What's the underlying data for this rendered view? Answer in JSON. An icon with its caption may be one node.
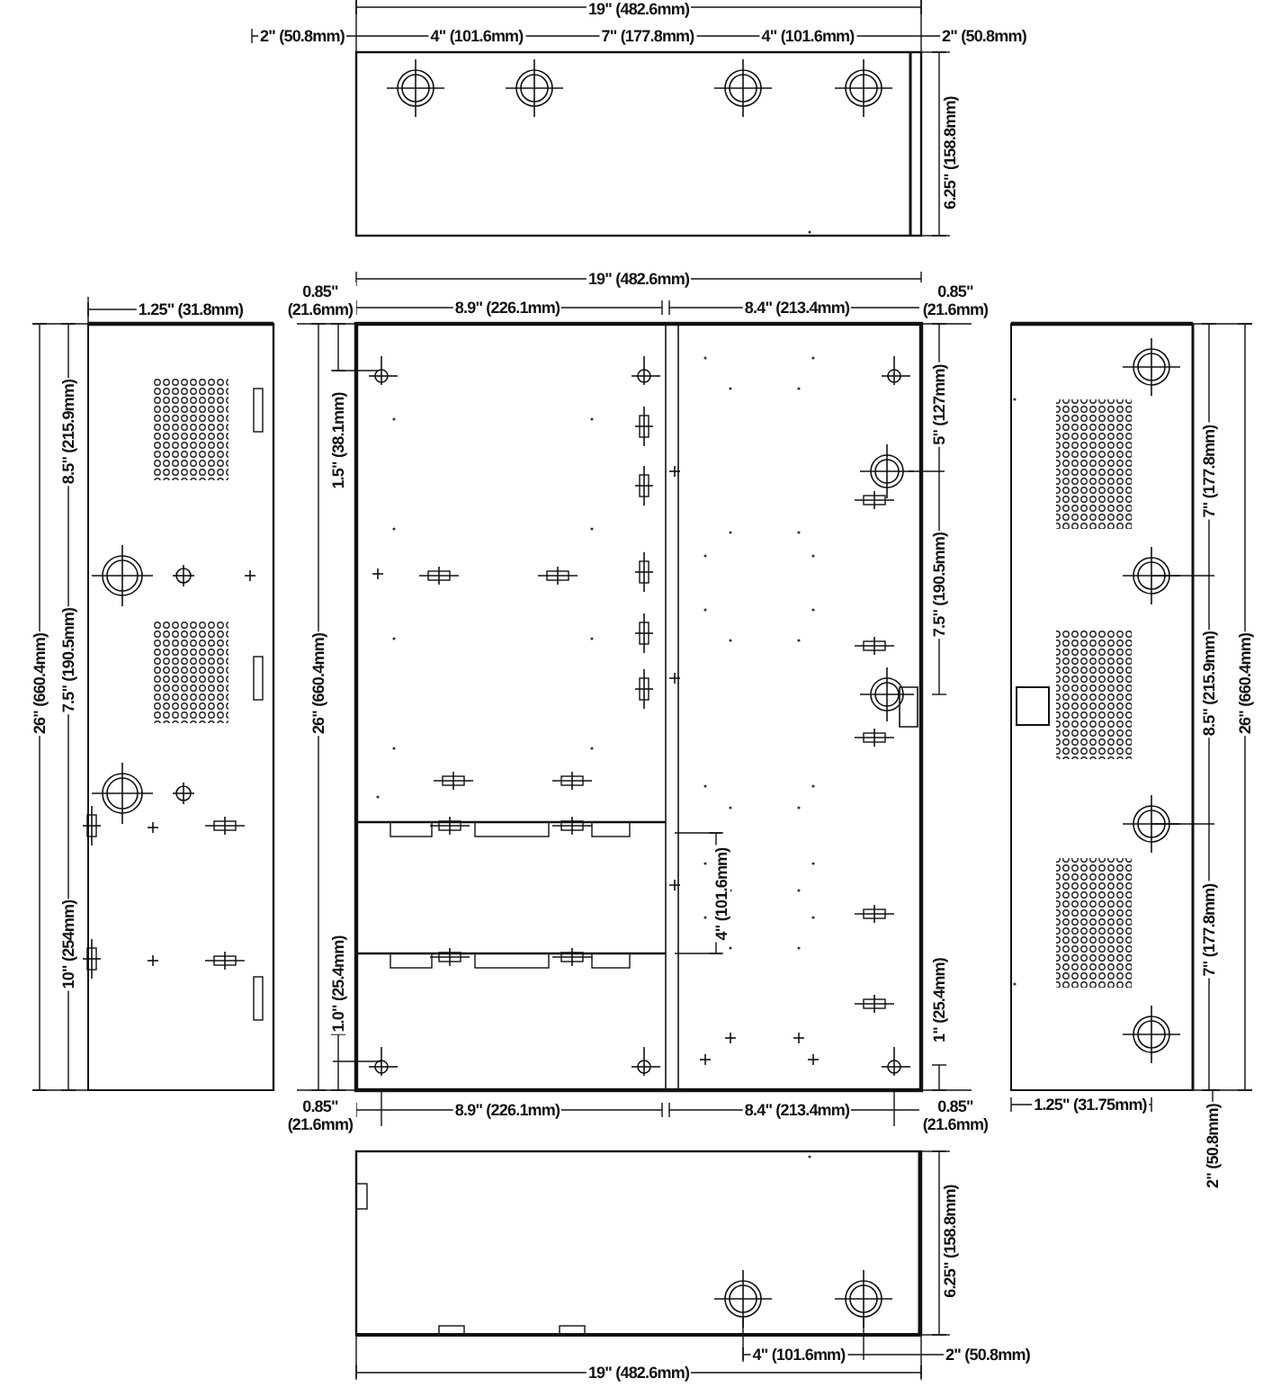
{
  "diagram": {
    "labels": [
      "19\" (482.6mm)",
      "2\" (50.8mm)",
      "4\" (101.6mm)",
      "7\" (177.8mm)",
      "4\" (101.6mm)",
      "2\" (50.8mm)",
      "6.25\" (158.8mm)",
      "1.25\" (31.8mm)",
      "0.85\" (21.6mm)",
      "19\" (482.6mm)",
      "8.9\" (226.1mm)",
      "8.4\" (213.4mm)",
      "0.85\" (21.6mm)",
      "8.5\" (215.9mm)",
      "1.5\" (38.1mm)",
      "5\" (127mm)",
      "7\" (177.8mm)",
      "26\" (660.4mm)",
      "7.5\" (190.5mm)",
      "26\" (660.4mm)",
      "7.5\" (190.5mm)",
      "8.5\" (215.9mm)",
      "26\" (660.4mm)",
      "4\" (101.6mm)",
      "10\" (254mm)",
      "1.0\" (25.4mm)",
      "1\" (25.4mm)",
      "7\" (177.8mm)",
      "0.85\" (21.6mm)",
      "8.9\" (226.1mm)",
      "8.4\" (213.4mm)",
      "0.85\" (21.6mm)",
      "1.25\" (31.75mm)",
      "2\" (50.8mm)",
      "6.25\" (158.8mm)",
      "4\" (101.6mm)",
      "2\" (50.8mm)",
      "19\" (482.6mm)"
    ]
  }
}
